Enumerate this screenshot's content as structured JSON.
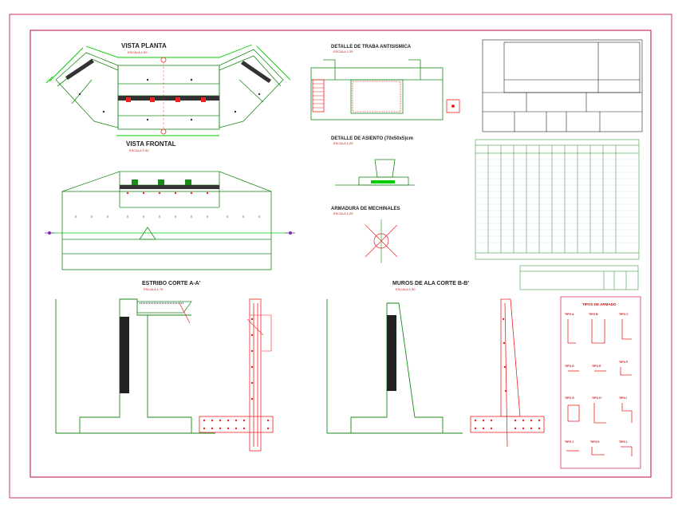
{
  "colors": {
    "frame": "#cc3366",
    "line": "#1a8a1a",
    "bright": "#00cc00",
    "ink": "#222222",
    "rebar": "#ee2222",
    "dark": "#333333",
    "title_red": "#cc1111",
    "marker": "#7a2ea8"
  },
  "views": {
    "planta": {
      "title": "VISTA PLANTA",
      "scale": "ESCALA 1:50"
    },
    "frontal": {
      "title": "VISTA FRONTAL",
      "scale": "ESCALA 1:50"
    },
    "traba": {
      "title": "DETALLE DE TRABA ANTISISMICA",
      "scale": "ESCALA 1:25"
    },
    "asiento": {
      "title": "DETALLE DE ASIENTO (70x50x5)cm",
      "scale": "ESCALA 1:25"
    },
    "mechinales": {
      "title": "ARMADURA DE MECHINALES",
      "scale": "ESCALA 1:25"
    },
    "estribo": {
      "title": "ESTRIBO CORTE A-A'",
      "scale": "ESCALA 1:75"
    },
    "muros": {
      "title": "MUROS DE ALA CORTE B-B'",
      "scale": "ESCALA 1:50"
    },
    "tipos": {
      "title": "TIPOS DE ARMADO"
    }
  },
  "bar_types": [
    "TIPO A",
    "TIPO B",
    "TIPO C",
    "TIPO D",
    "TIPO E",
    "TIPO F",
    "TIPO G",
    "TIPO H",
    "TIPO I",
    "TIPO J",
    "TIPO K",
    "TIPO L"
  ]
}
